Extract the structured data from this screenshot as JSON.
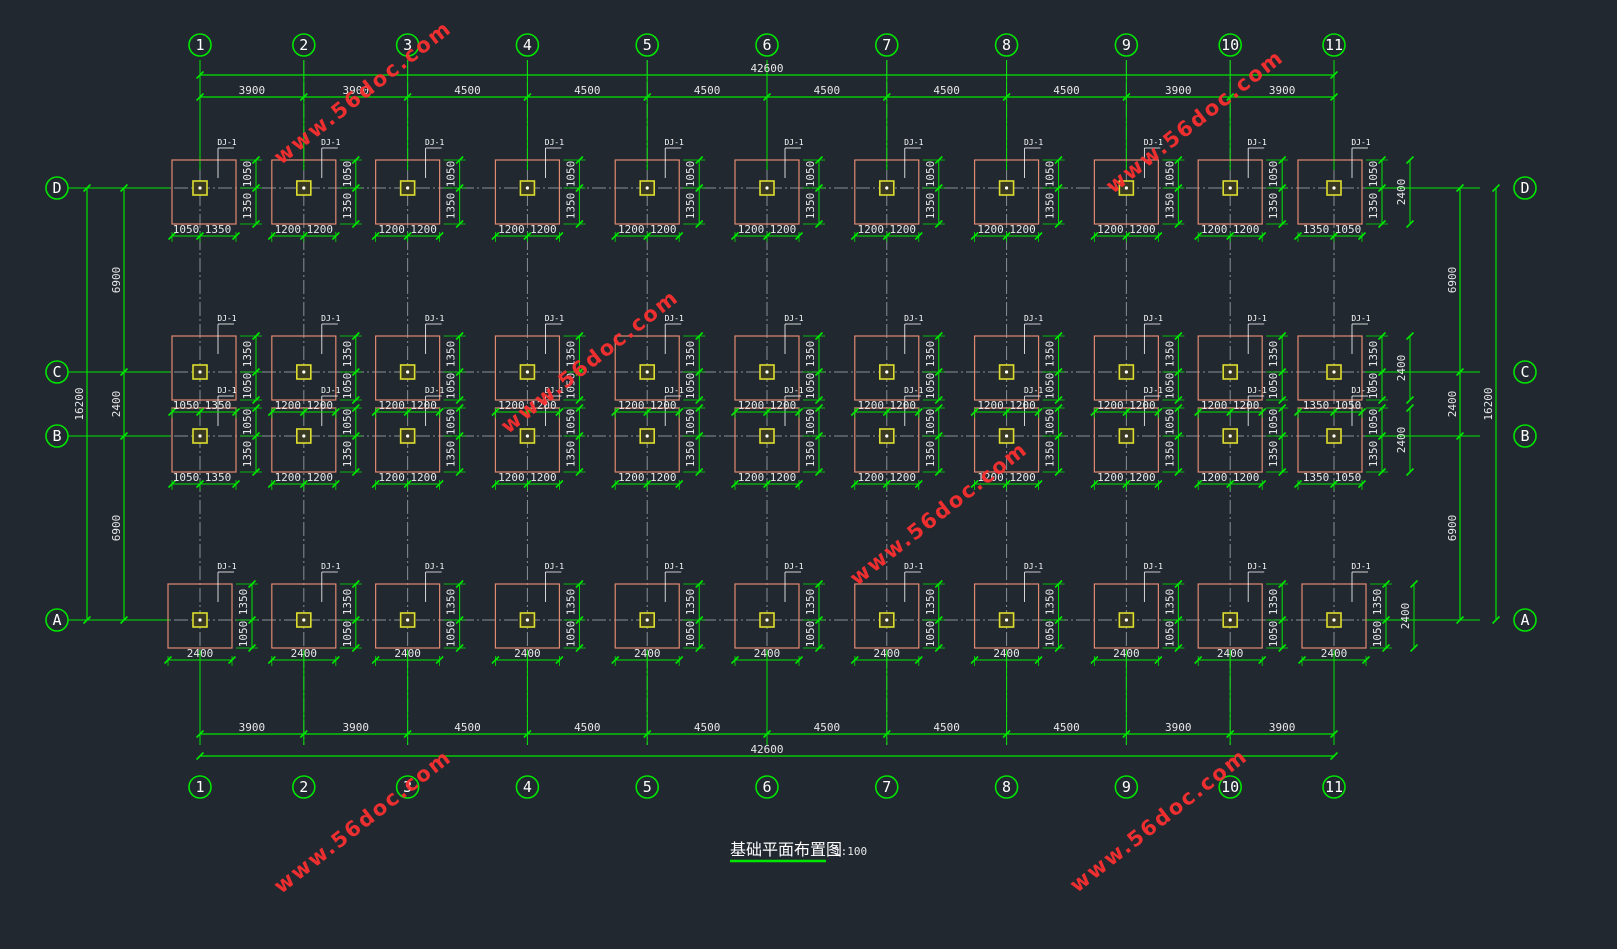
{
  "title": "基础平面布置图",
  "scale": "1:100",
  "watermark": "www.56doc.com",
  "footing_label": "DJ-1",
  "colors": {
    "background": "#212830",
    "dimension": "#00e600",
    "footing": "#e08a70",
    "column": "#dede30",
    "text": "#ffffff",
    "watermark": "#ff3030"
  },
  "grid_x": {
    "labels": [
      "1",
      "2",
      "3",
      "4",
      "5",
      "6",
      "7",
      "8",
      "9",
      "10",
      "11"
    ],
    "spacings": [
      "3900",
      "3900",
      "4500",
      "4500",
      "4500",
      "4500",
      "4500",
      "4500",
      "3900",
      "3900"
    ],
    "total": "42600"
  },
  "grid_y": {
    "labels": [
      "D",
      "C",
      "B",
      "A"
    ],
    "spacings": [
      "6900",
      "2400",
      "6900"
    ],
    "total": "16200"
  },
  "footing_dims": {
    "row_D": {
      "bottom": [
        [
          "1050",
          "1350"
        ],
        [
          "1200",
          "1200"
        ],
        [
          "1200",
          "1200"
        ],
        [
          "1200",
          "1200"
        ],
        [
          "1200",
          "1200"
        ],
        [
          "1200",
          "1200"
        ],
        [
          "1200",
          "1200"
        ],
        [
          "1200",
          "1200"
        ],
        [
          "1200",
          "1200"
        ],
        [
          "1200",
          "1200"
        ],
        [
          "1350",
          "1050"
        ]
      ],
      "side": [
        "1050",
        "1350"
      ]
    },
    "row_C": {
      "bottom": [
        [
          "1050",
          "1350"
        ],
        [
          "1200",
          "1200"
        ],
        [
          "1200",
          "1200"
        ],
        [
          "1200",
          "1200"
        ],
        [
          "1200",
          "1200"
        ],
        [
          "1200",
          "1200"
        ],
        [
          "1200",
          "1200"
        ],
        [
          "1200",
          "1200"
        ],
        [
          "1200",
          "1200"
        ],
        [
          "1200",
          "1200"
        ],
        [
          "1350",
          "1050"
        ]
      ],
      "side": [
        "1350",
        "1050"
      ]
    },
    "row_B": {
      "bottom": [
        [
          "1050",
          "1350"
        ],
        [
          "1200",
          "1200"
        ],
        [
          "1200",
          "1200"
        ],
        [
          "1200",
          "1200"
        ],
        [
          "1200",
          "1200"
        ],
        [
          "1200",
          "1200"
        ],
        [
          "1200",
          "1200"
        ],
        [
          "1200",
          "1200"
        ],
        [
          "1200",
          "1200"
        ],
        [
          "1200",
          "1200"
        ],
        [
          "1350",
          "1050"
        ]
      ],
      "side": [
        "1050",
        "1350"
      ]
    },
    "row_A": {
      "bottom": [
        [
          "2400"
        ],
        [
          "2400"
        ],
        [
          "2400"
        ],
        [
          "2400"
        ],
        [
          "2400"
        ],
        [
          "2400"
        ],
        [
          "2400"
        ],
        [
          "2400"
        ],
        [
          "2400"
        ],
        [
          "2400"
        ],
        [
          "2400"
        ]
      ],
      "side": [
        "1350",
        "1050"
      ]
    },
    "right_width": "2400"
  }
}
